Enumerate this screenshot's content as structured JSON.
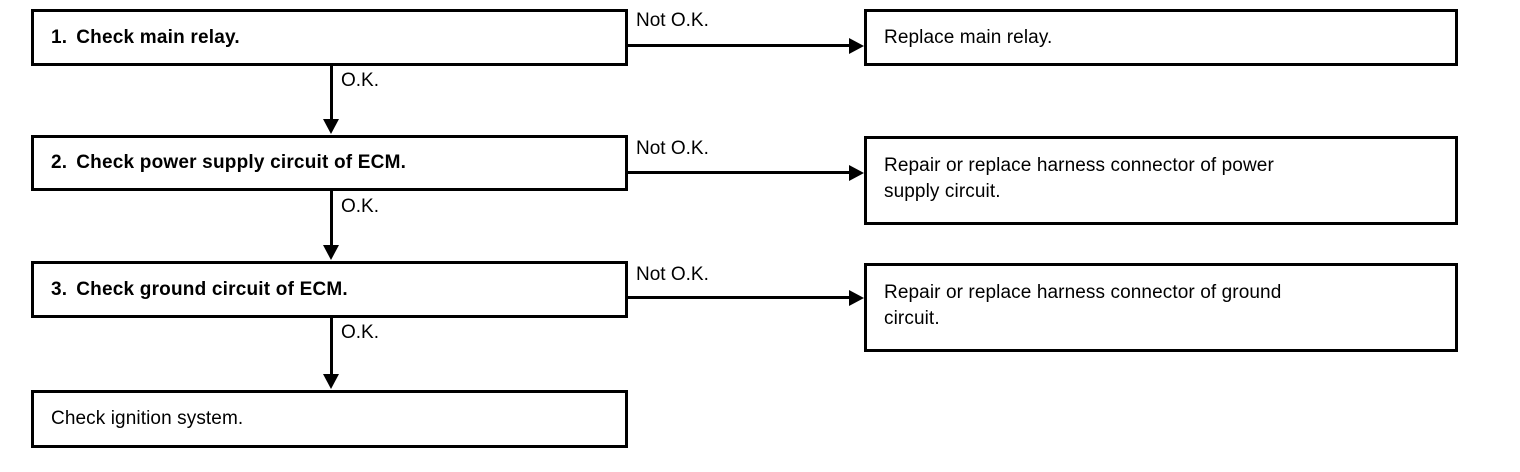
{
  "flowchart": {
    "title": "ECM power supply / ground circuit troubleshooting flow",
    "ink_color": "#000000",
    "paper_color": "#ffffff",
    "steps": [
      {
        "number": "1.",
        "label": "Check main relay.",
        "pass_label": "O.K.",
        "fail_label": "Not O.K.",
        "fail_action": "Replace main relay."
      },
      {
        "number": "2.",
        "label": "Check power supply circuit of ECM.",
        "pass_label": "O.K.",
        "fail_label": "Not O.K.",
        "fail_action": "Repair or replace harness connector of power\nsupply circuit."
      },
      {
        "number": "3.",
        "label": "Check ground circuit of ECM.",
        "pass_label": "O.K.",
        "fail_label": "Not O.K.",
        "fail_action": "Repair or replace harness connector of ground\ncircuit."
      }
    ],
    "final_step": {
      "label": "Check ignition system."
    }
  }
}
